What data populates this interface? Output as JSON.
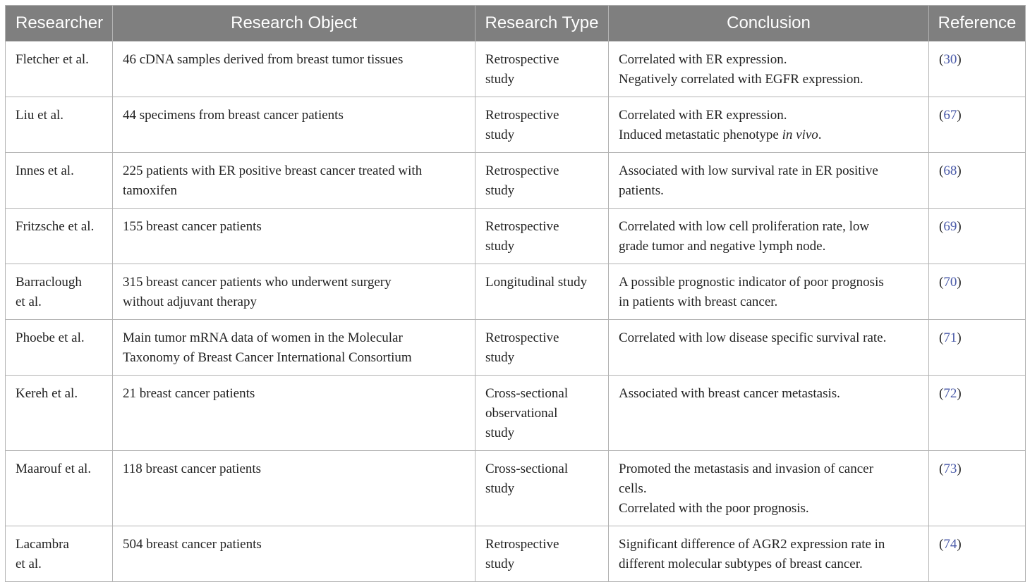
{
  "headers": {
    "researcher": "Researcher",
    "research_object": "Research Object",
    "research_type": "Research Type",
    "conclusion": "Conclusion",
    "reference": "Reference"
  },
  "rows": [
    {
      "researcher": [
        "Fletcher et al."
      ],
      "object": [
        "46 cDNA samples derived from breast tumor tissues"
      ],
      "type": [
        "Retrospective",
        "study"
      ],
      "conclusion": [
        "Correlated with ER expression.",
        "Negatively correlated with EGFR expression."
      ],
      "ref": "30"
    },
    {
      "researcher": [
        "Liu et al."
      ],
      "object": [
        "44 specimens from breast cancer patients"
      ],
      "type": [
        "Retrospective",
        "study"
      ],
      "conclusion": [
        "Correlated with ER expression.",
        "Induced metastatic phenotype "
      ],
      "conclusion_italic": "in vivo",
      "conclusion_tail": ".",
      "ref": "67"
    },
    {
      "researcher": [
        "Innes et al."
      ],
      "object": [
        "225 patients with ER positive breast cancer treated with",
        "tamoxifen"
      ],
      "type": [
        "Retrospective",
        "study"
      ],
      "conclusion": [
        "Associated with low survival rate in ER positive",
        "patients."
      ],
      "ref": "68"
    },
    {
      "researcher": [
        "Fritzsche et al."
      ],
      "object": [
        "155 breast cancer patients"
      ],
      "type": [
        "Retrospective",
        "study"
      ],
      "conclusion": [
        "Correlated with low cell proliferation rate, low",
        "grade tumor and negative lymph node."
      ],
      "ref": "69"
    },
    {
      "researcher": [
        "Barraclough",
        "et al."
      ],
      "object": [
        "315 breast cancer patients who underwent surgery",
        "without adjuvant therapy"
      ],
      "type": [
        "Longitudinal study"
      ],
      "conclusion": [
        "A possible prognostic indicator of poor prognosis",
        "in patients with breast cancer."
      ],
      "ref": "70"
    },
    {
      "researcher": [
        "Phoebe et al."
      ],
      "object": [
        "Main tumor mRNA data of women in the Molecular",
        "Taxonomy of Breast Cancer International Consortium"
      ],
      "type": [
        "Retrospective",
        "study"
      ],
      "conclusion": [
        "Correlated with low disease specific survival rate."
      ],
      "ref": "71"
    },
    {
      "researcher": [
        "Kereh et al."
      ],
      "object": [
        "21 breast cancer patients"
      ],
      "type": [
        "Cross-sectional",
        "observational",
        "study"
      ],
      "conclusion": [
        "Associated with breast cancer metastasis."
      ],
      "ref": "72"
    },
    {
      "researcher": [
        "Maarouf et al."
      ],
      "object": [
        "118 breast cancer patients"
      ],
      "type": [
        "Cross-sectional",
        "study"
      ],
      "conclusion": [
        "Promoted the metastasis and invasion of cancer",
        "cells.",
        "Correlated with the poor prognosis."
      ],
      "ref": "73"
    },
    {
      "researcher": [
        "Lacambra",
        "et al."
      ],
      "object": [
        "504 breast cancer patients"
      ],
      "type": [
        "Retrospective",
        "study"
      ],
      "conclusion": [
        "Significant difference of AGR2 expression rate in",
        "different molecular subtypes of breast cancer."
      ],
      "ref": "74"
    }
  ]
}
